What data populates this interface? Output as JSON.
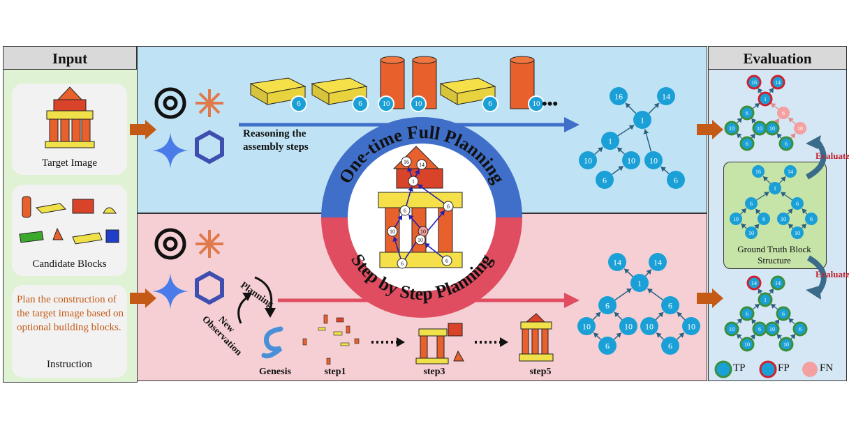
{
  "input": {
    "header": "Input",
    "target_image_label": "Target Image",
    "candidate_blocks_label": "Candidate Blocks",
    "instruction_text": "Plan the construction of the target image based on optional building blocks.",
    "instruction_label": "Instruction"
  },
  "top": {
    "reasoning_label": "Reasoning the assembly steps",
    "arc_label": "One-time Full Planning",
    "block_numbers": [
      "6",
      "6",
      "10",
      "10",
      "6",
      "10"
    ],
    "ellipsis": "•••",
    "graph_numbers": [
      "16",
      "14",
      "1",
      "1",
      "10",
      "10",
      "10",
      "6",
      "6"
    ]
  },
  "bottom": {
    "planning_label": "Planning",
    "observation_label": "New Observation",
    "genesis_label": "Genesis",
    "arc_label": "Step by Step Planning",
    "steps": [
      "step1",
      "step3",
      "step5"
    ],
    "graph_numbers": [
      "14",
      "14",
      "1",
      "6",
      "6",
      "10",
      "10",
      "6",
      "10",
      "10",
      "6"
    ]
  },
  "center": {
    "numbers": [
      "16",
      "14",
      "1",
      "6",
      "6",
      "10",
      "10",
      "10",
      "6",
      "6"
    ]
  },
  "evaluation": {
    "header": "Evaluation",
    "evaluate_label": "Evaluate",
    "gt_label": "Ground Truth Block Structure",
    "gt_numbers": [
      "16",
      "14",
      "1",
      "6",
      "6",
      "10",
      "6",
      "10",
      "10",
      "6",
      "10"
    ],
    "top_numbers": [
      "16",
      "14",
      "1",
      "6",
      "6",
      "10",
      "10",
      "6",
      "10",
      "10",
      "6"
    ],
    "bottom_numbers": [
      "14",
      "14",
      "1",
      "6",
      "6",
      "10",
      "6",
      "10",
      "10",
      "6",
      "10"
    ],
    "legend": [
      "TP",
      "FP",
      "FN"
    ]
  },
  "colors": {
    "input_bg": "#dff2d3",
    "top_bg": "#bfe3f4",
    "bottom_bg": "#f5cfd4",
    "eval_bg": "#d5e6f5",
    "node_blue": "#1aa0d6",
    "node_green_ring": "#3a8f3a",
    "node_red_ring": "#d0202c",
    "fn_pink": "#f4a0a0",
    "arrow_brown": "#c45a16",
    "arc_blue": "#3f6fc9",
    "arc_red": "#e04d60"
  }
}
